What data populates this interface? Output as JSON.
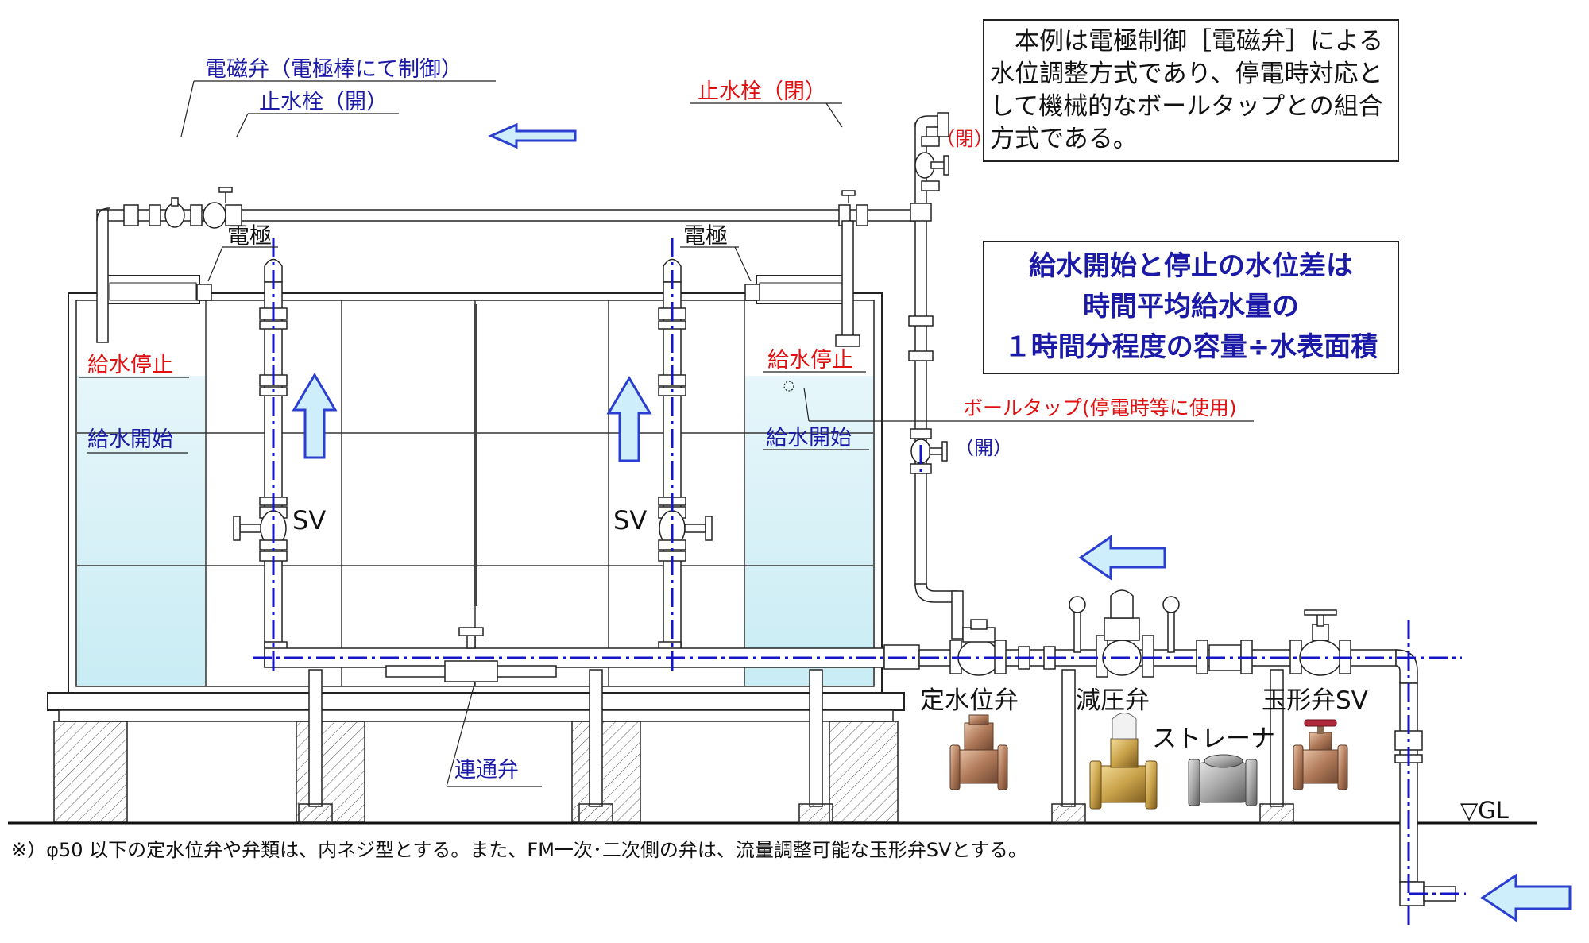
{
  "labels": {
    "solenoid_valve": "電磁弁（電極棒にて制御）",
    "stop_valve_open": "止水栓（開）",
    "stop_valve_closed": "止水栓（閉）",
    "closed_mark": "（閉）",
    "open_mark": "（開）",
    "electrode_left": "電極",
    "electrode_right": "電極",
    "supply_stop_left": "給水停止",
    "supply_stop_right": "給水停止",
    "supply_start_left": "給水開始",
    "supply_start_right": "給水開始",
    "sv_left": "SV",
    "sv_right": "SV",
    "ball_tap": "ボールタップ(停電時等に使用)",
    "constant_level_valve": "定水位弁",
    "pressure_reducing_valve": "減圧弁",
    "strainer": "ストレーナ",
    "globe_valve_sv": "玉形弁SV",
    "connecting_valve": "連通弁",
    "gl": "▽GL"
  },
  "note_box": {
    "lines": [
      "　本例は電極制御［電磁弁］による",
      "水位調整方式であり、停電時対応と",
      "して機械的なボールタップとの組合",
      "方式である。"
    ]
  },
  "highlight_box": {
    "lines": [
      "給水開始と停止の水位差は",
      "時間平均給水量の",
      "１時間分程度の容量÷水表面積"
    ]
  },
  "footnote": "※）φ50 以下の定水位弁や弁類は、内ネジ型とする。また、FM一次･二次側の弁は、流量調整可能な玉形弁SVとする。",
  "colors": {
    "blue_label": "#1a1aa6",
    "red_label": "#e01010",
    "pipe_center": "#1515c8",
    "water": "#d6f0f6",
    "arrow_fill": "#cfeefb",
    "arrow_stroke": "#2a3fd0",
    "valve_bronze": "#b07a5a",
    "valve_brass": "#c9a24a",
    "strainer_grey": "#9a9a9a"
  }
}
